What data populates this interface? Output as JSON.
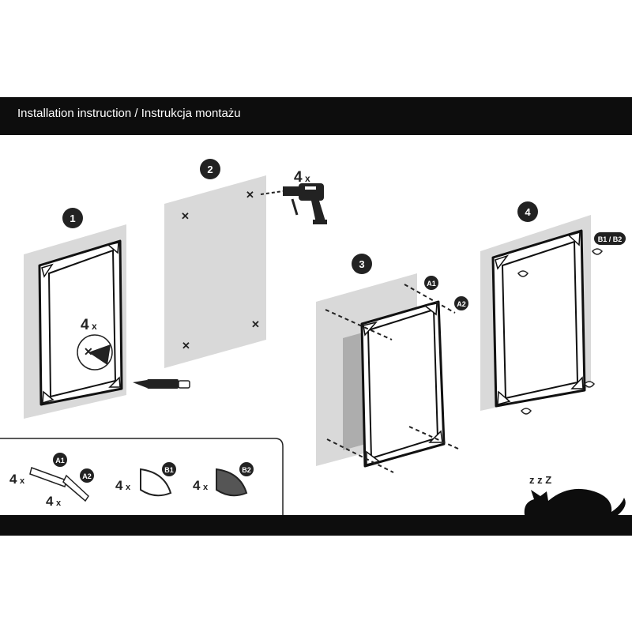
{
  "header": {
    "title": "Installation instruction / Instrukcja montażu"
  },
  "steps": [
    {
      "number": "1",
      "quantity": "4",
      "times": "x"
    },
    {
      "number": "2",
      "quantity": "4",
      "times": "x"
    },
    {
      "number": "3",
      "callouts": [
        "A1",
        "A2"
      ]
    },
    {
      "number": "4",
      "callout": "B1 / B2"
    }
  ],
  "parts": [
    {
      "quantity_a1": "4",
      "quantity_a2": "4",
      "times": "x",
      "label_a1": "A1",
      "label_a2": "A2"
    },
    {
      "quantity": "4",
      "times": "x",
      "label": "B1"
    },
    {
      "quantity": "4",
      "times": "x",
      "label": "B2"
    }
  ],
  "sleep_text": "z z Z",
  "colors": {
    "bar": "#0d0d0d",
    "wall": "#d9d9d9",
    "badge": "#222222",
    "panel_edge": "#111111",
    "b2_fill": "#555555"
  }
}
